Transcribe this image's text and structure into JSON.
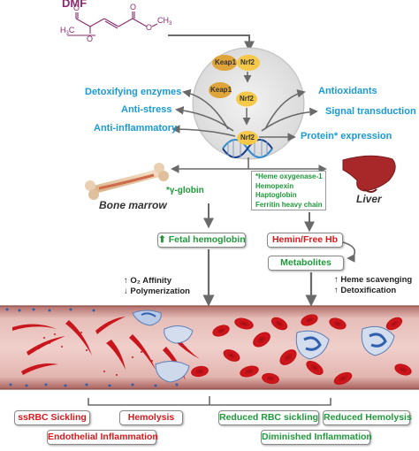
{
  "drug": {
    "name": "DMF"
  },
  "pathway": {
    "keap1": "Keap1",
    "nrf2": "Nrf2",
    "left_effects": [
      "Detoxifying enzymes",
      "Anti-stress",
      "Anti-inflammatory"
    ],
    "right_effects": [
      "Antioxidants",
      "Signal transduction",
      "Protein* expression"
    ]
  },
  "organs": {
    "bone_marrow": "Bone marrow",
    "liver": "Liver",
    "gamma_globin": "*γ-globin",
    "liver_genes": [
      "*Heme oxygenase-1",
      "Hemopexin",
      "Haptoglobin",
      "Ferritin heavy chain"
    ]
  },
  "outcomes": {
    "fetal_hemoglobin": "Fetal hemoglobin",
    "hemin_free_hb": "Hemin/Free Hb",
    "metabolites": "Metabolites",
    "left_effects": [
      "↑ O₂ Affinity",
      "↓ Polymerization"
    ],
    "right_effects": [
      "↑ Heme scavenging",
      "↑ Detoxification"
    ]
  },
  "bottom": {
    "disease": [
      "ssRBC Sickling",
      "Hemolysis",
      "Endothelial Inflammation"
    ],
    "treated": [
      "Reduced RBC sickling",
      "Reduced Hemolysis",
      "Diminished Inflammation"
    ]
  },
  "colors": {
    "blue_text": "#1a9ad6",
    "green_text": "#1e9a3a",
    "red_text": "#d7191c",
    "drug_purple": "#8b2a6f",
    "keap_gold": "#e0a53a",
    "nrf_gold": "#f5c84a",
    "vessel": "#c98c87",
    "rbc": "#c9161c",
    "liver": "#a8282a"
  }
}
